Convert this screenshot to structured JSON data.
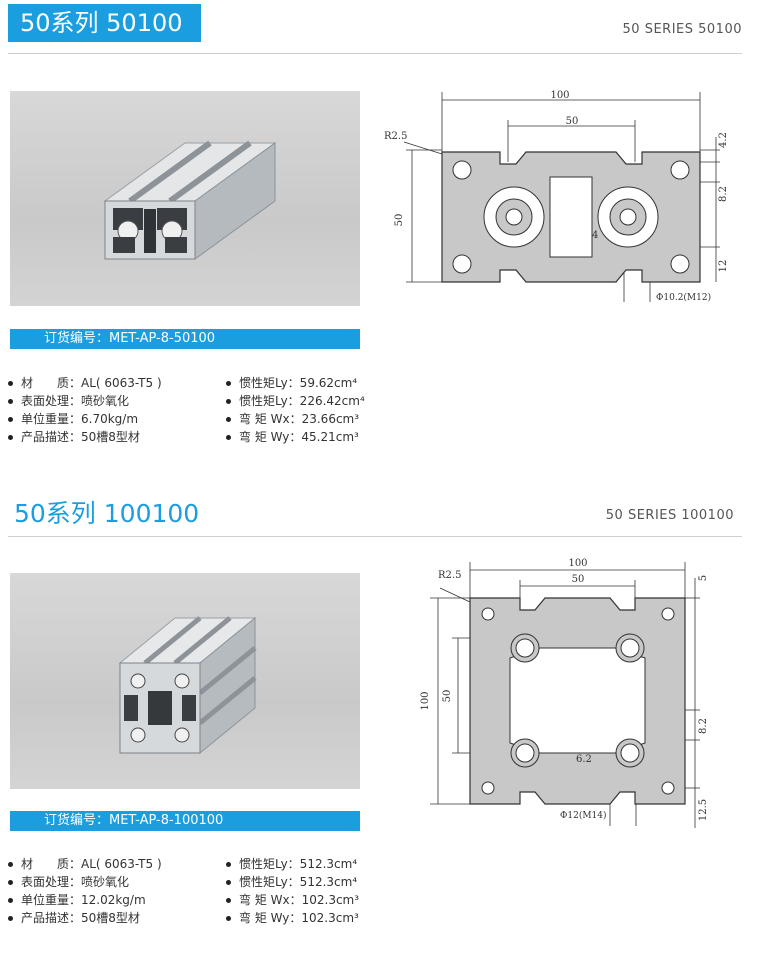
{
  "products": [
    {
      "title": "50系列 50100",
      "series": "50 SERIES 50100",
      "order_label": "订货编号：MET-AP-8-50100",
      "specs_left": [
        "材　　质：AL( 6063-T5 )",
        "表面处理：喷砂氧化",
        "单位重量：6.70kg/m",
        "产品描述：50槽8型材"
      ],
      "specs_right": [
        "惯性矩Ly：59.62cm⁴",
        "惯性矩Ly：226.42cm⁴",
        "弯 矩 Wx：23.66cm³",
        "弯 矩 Wy：45.21cm³"
      ],
      "dims": {
        "width": "100",
        "inner": "50",
        "height": "50",
        "radius": "R2.5",
        "d1": "4.2",
        "d2": "8.2",
        "d3": "12",
        "d4": "4",
        "hole": "Φ10.2(M12)"
      }
    },
    {
      "title": "50系列 100100",
      "series": "50 SERIES 100100",
      "order_label": "订货编号：MET-AP-8-100100",
      "specs_left": [
        "材　　质：AL( 6063-T5 )",
        "表面处理：喷砂氧化",
        "单位重量：12.02kg/m",
        "产品描述：50槽8型材"
      ],
      "specs_right": [
        "惯性矩Ly：512.3cm⁴",
        "惯性矩Ly：512.3cm⁴",
        "弯 矩 Wx：102.3cm³",
        "弯 矩 Wy：102.3cm³"
      ],
      "dims": {
        "width": "100",
        "inner": "50",
        "height": "100",
        "height_inner": "50",
        "radius": "R2.5",
        "d1": "5",
        "d2": "8.2",
        "d3": "12.5",
        "d4": "6.2",
        "hole": "Φ12(M14)"
      }
    }
  ],
  "colors": {
    "accent": "#1a9ee0",
    "profile": "#c8c8c8"
  }
}
